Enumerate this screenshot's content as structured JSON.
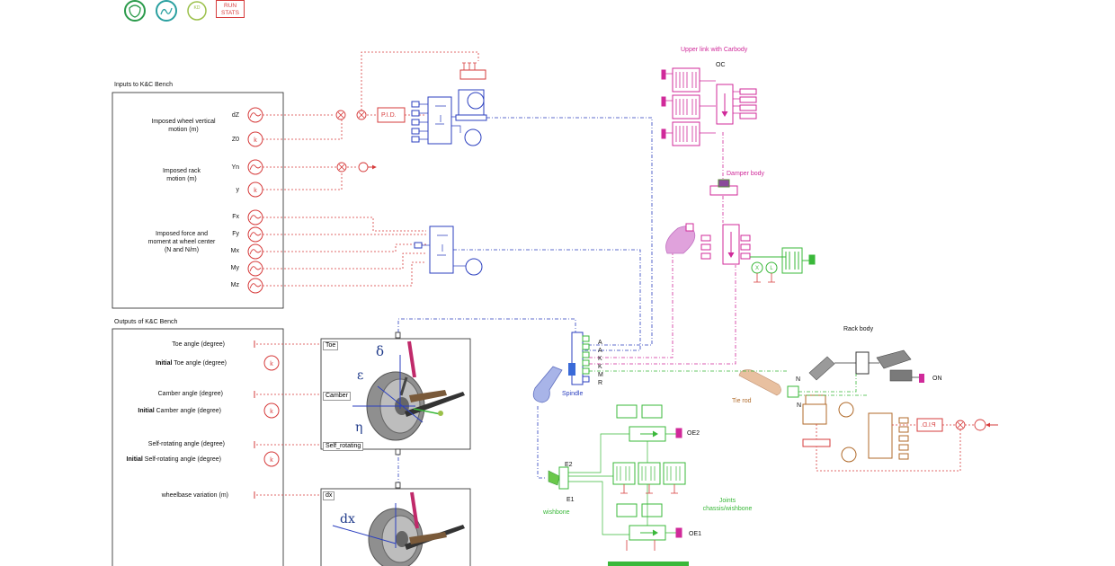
{
  "toolbar": {
    "run_stats_line1": "RUN",
    "run_stats_line2": "STATS",
    "kd_label": "KD"
  },
  "inputs_section": {
    "title": "Inputs to K&C Bench",
    "groups": [
      {
        "label": "Imposed wheel vertical motion (m)",
        "ports": [
          "dZ",
          "Z0"
        ]
      },
      {
        "label": "Imposed rack motion (m)",
        "ports": [
          "Yn",
          "y"
        ]
      },
      {
        "label": "Imposed force and moment at wheel center (N and N/m)",
        "ports": [
          "Fx",
          "Fy",
          "Mx",
          "My",
          "Mz"
        ]
      }
    ],
    "pid_label": "P.I.D."
  },
  "outputs_section": {
    "title": "Outputs of K&C Bench",
    "rows": [
      {
        "prefix": "",
        "text": "Toe angle (degree)"
      },
      {
        "prefix": "Initial",
        "text": " Toe angle (degree)"
      },
      {
        "prefix": "",
        "text": "Camber angle (degree)"
      },
      {
        "prefix": "Initial",
        "text": " Camber angle (degree)"
      },
      {
        "prefix": "",
        "text": "Self-rotating angle (degree)"
      },
      {
        "prefix": "Initial",
        "text": " Self-rotating angle (degree)"
      },
      {
        "prefix": "",
        "text": "wheelbase variation (m)"
      }
    ],
    "tags": [
      "Toe",
      "Camber",
      "Self_rotating",
      "dx"
    ],
    "greek": [
      "δ",
      "ε",
      "η",
      "dx"
    ]
  },
  "mechanism": {
    "upper_link_label": "Upper link with Carbody",
    "oc_label": "OC",
    "damper_label": "Damper body",
    "spindle_label": "Spindle",
    "spindle_ports": [
      "A",
      "A",
      "K",
      "K",
      "M",
      "R"
    ],
    "wishbone_label": "wishbone",
    "e1_label": "E1",
    "e2_label": "E2",
    "oe1_label": "OE1",
    "oe2_label": "OE2",
    "joints_label_line1": "Joints",
    "joints_label_line2": "chassis/wishbone",
    "rack_label": "Rack body",
    "tie_rod_label": "Tie rod",
    "on_label": "ON",
    "n_labels": [
      "N",
      "N"
    ],
    "pid_reversed_label": "P.I.D."
  },
  "colors": {
    "red": "#d63b3b",
    "blue": "#2b3fbf",
    "pink": "#d02a9a",
    "green": "#3ab83a",
    "brown": "#b06a2a",
    "toolbar_green": "#2a9a4a",
    "toolbar_teal": "#2aa0a0"
  }
}
